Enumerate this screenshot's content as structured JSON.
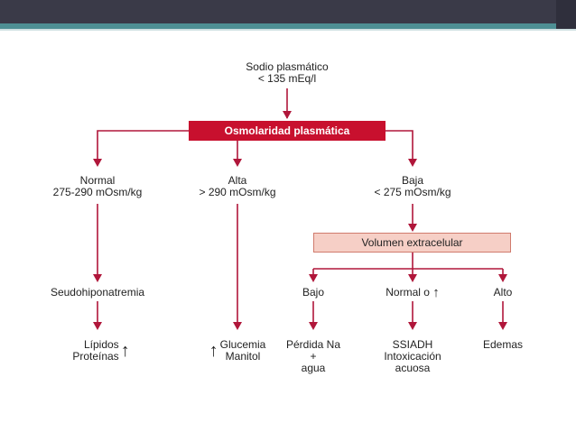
{
  "colors": {
    "arrow": "#b0163a",
    "main_box": "#c8102e",
    "vol_box": "#f6cfc6",
    "header_dark": "#3a3a48",
    "header_teal": "#4e8f94"
  },
  "icons": {
    "up_arrow": "up-arrow-icon"
  },
  "diagram": {
    "root": {
      "line1": "Sodio plasmático",
      "line2": "< 135 mEq/l"
    },
    "osmolaridad": "Osmolaridad plasmática",
    "normal": {
      "line1": "Normal",
      "line2": "275-290 mOsm/kg"
    },
    "alta": {
      "line1": "Alta",
      "line2": "> 290 mOsm/kg"
    },
    "baja": {
      "line1": "Baja",
      "line2": "< 275 mOsm/kg"
    },
    "volumen": "Volumen extracelular",
    "seudo": "Seudohiponatremia",
    "lipidos": {
      "line1": "Lípidos",
      "line2": "Proteínas",
      "arrow": "↑"
    },
    "glucemia": {
      "line1": "Glucemia",
      "line2": "Manitol",
      "arrow": "↑"
    },
    "bajo": "Bajo",
    "normal_o": {
      "text": "Normal o",
      "arrow": "↑"
    },
    "alto": "Alto",
    "perdida": {
      "line1": "Pérdida Na",
      "line2": "+",
      "line3": "agua"
    },
    "ssiadh": {
      "line1": "SSIADH",
      "line2": "Intoxicación",
      "line3": "acuosa"
    },
    "edemas": "Edemas"
  }
}
